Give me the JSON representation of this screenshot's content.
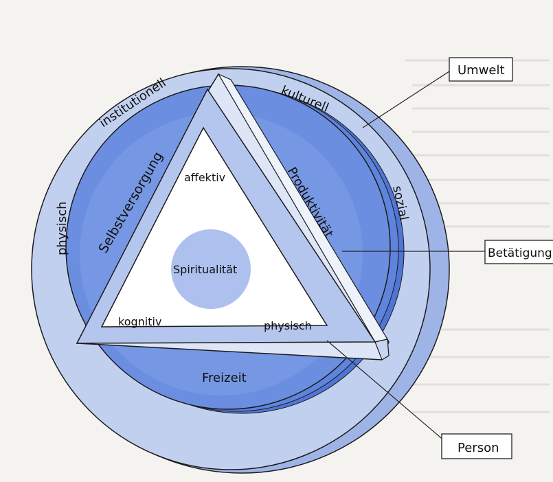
{
  "colors": {
    "page": "#f4f3f0",
    "outer_ring": "#c2d0ef",
    "outer_ring_back": "#9fb4e6",
    "middle_disc": "#6b8ee0",
    "middle_disc_back": "#4f76d6",
    "inner_disc": "#7f9ee6",
    "spirit_disc": "#adc0ee",
    "triangle_face": "#b5c6ee",
    "triangle_inner": "#ffffff",
    "text": "#111111",
    "callout_border": "#222222"
  },
  "environment": {
    "physisch": "physisch",
    "institutionell": "institutionell",
    "kulturell": "kulturell",
    "sozial": "sozial"
  },
  "occupation": {
    "selbstversorgung": "Selbstversorgung",
    "produktivitaet": "Produktivität",
    "freizeit": "Freizeit"
  },
  "person": {
    "affektiv": "affektiv",
    "kognitiv": "kognitiv",
    "physisch": "physisch",
    "spiritualitaet": "Spiritualität"
  },
  "callouts": {
    "umwelt": "Umwelt",
    "betaetigung": "Betätigung",
    "person": "Person"
  }
}
